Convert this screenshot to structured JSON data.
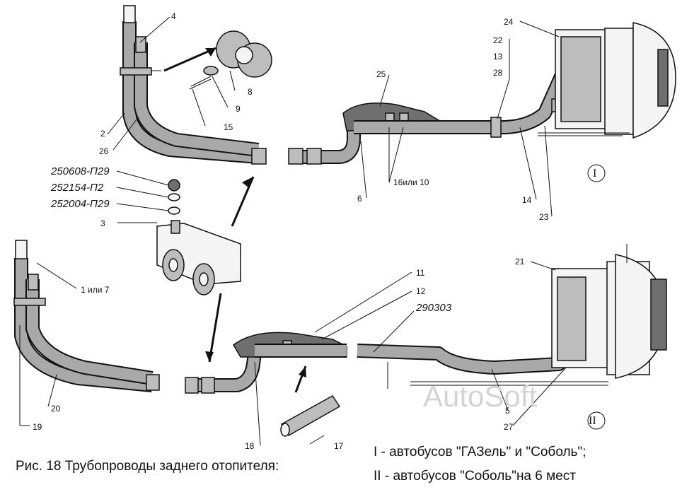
{
  "figure": {
    "caption": "Рис. 18  Трубопроводы заднего отопителя:",
    "legend": [
      "I - автобусов \"ГАЗель\" и \"Соболь\";",
      "II - автобусов \"Соболь\"на 6 мест"
    ],
    "watermark": "AutoSoft"
  },
  "views": {
    "view_1": "I",
    "view_2": "II"
  },
  "callouts": {
    "c1_or_7": "1 или 7",
    "c2": "2",
    "c3": "3",
    "c4": "4",
    "c5": "5",
    "c6": "6",
    "c8": "8",
    "c9": "9",
    "c11": "11",
    "c12": "12",
    "c13": "13",
    "c14": "14",
    "c15": "15",
    "c16_or_10": "16или 10",
    "c17": "17",
    "c18": "18",
    "c19": "19",
    "c20": "20",
    "c21": "21",
    "c22": "22",
    "c23": "23",
    "c24": "24",
    "c25": "25",
    "c26": "26",
    "c27": "27",
    "c28": "28",
    "p290303": "290303",
    "p250608": "250608-П29",
    "p252154": "252154-П2",
    "p252004": "252004-П29"
  }
}
